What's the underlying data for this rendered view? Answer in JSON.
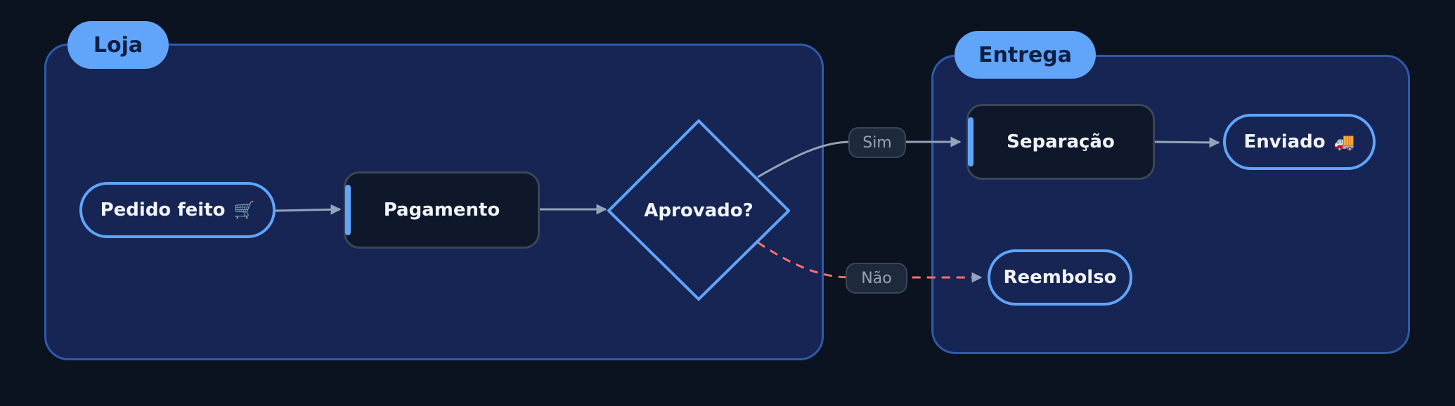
{
  "groups": {
    "loja": {
      "label": "Loja"
    },
    "entrega": {
      "label": "Entrega"
    }
  },
  "nodes": {
    "pedido": {
      "label": "Pedido feito",
      "icon": "🛒",
      "icon_name": "cart-icon"
    },
    "pagamento": {
      "label": "Pagamento"
    },
    "aprovado": {
      "label": "Aprovado?"
    },
    "separacao": {
      "label": "Separação"
    },
    "enviado": {
      "label": "Enviado",
      "icon": "🚚",
      "icon_name": "truck-icon"
    },
    "reembolso": {
      "label": "Reembolso"
    }
  },
  "edges": {
    "sim": {
      "label": "Sim"
    },
    "nao": {
      "label": "Não"
    }
  },
  "colors": {
    "background": "#0b1220",
    "group_fill": "#172554",
    "accent": "#60a5fa",
    "edge": "#94a3b8",
    "no_edge": "#f87171"
  }
}
